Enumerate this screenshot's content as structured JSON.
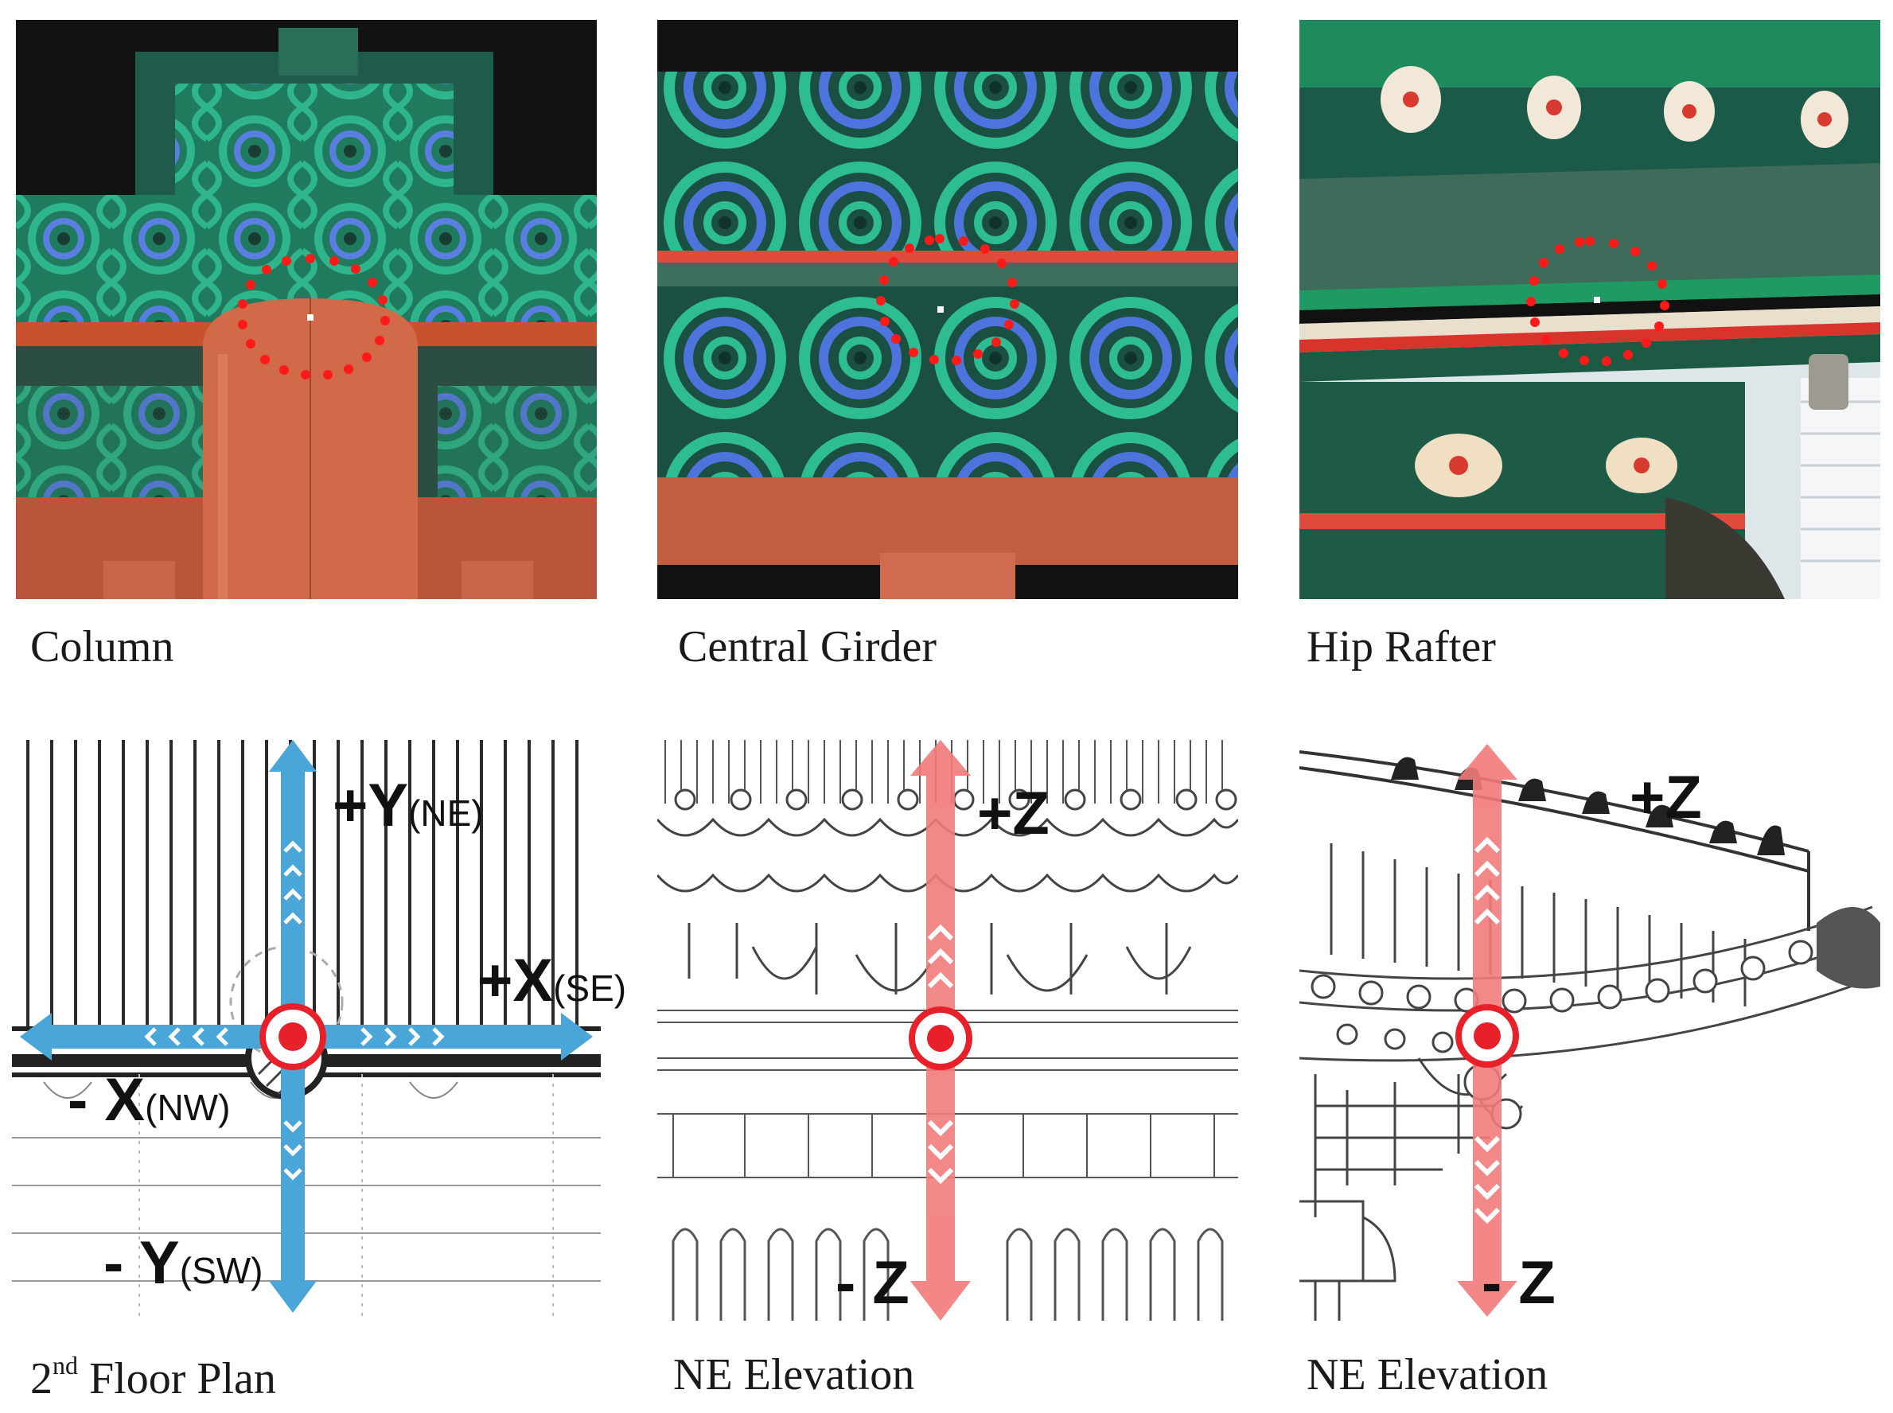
{
  "captions": {
    "column": "Column",
    "central_girder": "Central Girder",
    "hip_rafter": "Hip Rafter",
    "floor_plan_main": "2",
    "floor_plan_sup": "nd",
    "floor_plan_rest": " Floor Plan",
    "ne_elevation_1": "NE Elevation",
    "ne_elevation_2": "NE Elevation"
  },
  "axes": {
    "plus_y": "+Y",
    "plus_y_dir": "(NE)",
    "minus_y": "- Y",
    "minus_y_dir": "(SW)",
    "plus_x": "+X",
    "plus_x_dir": "(SE)",
    "minus_x": "- X",
    "minus_x_dir": "(NW)",
    "plus_z_1": "+Z",
    "minus_z_1": "- Z",
    "plus_z_2": "+Z",
    "minus_z_2": "- Z"
  },
  "colors": {
    "blue_arrow": "#4aa6d9",
    "red_arrow": "#f27b7b",
    "target_red": "#e8202a",
    "dot_red": "#ff1a1a",
    "green_paint": "#1f8f6e",
    "dark_green": "#1a4a3e",
    "vermilion": "#c9593a",
    "blue_paint": "#4a6fd8"
  }
}
